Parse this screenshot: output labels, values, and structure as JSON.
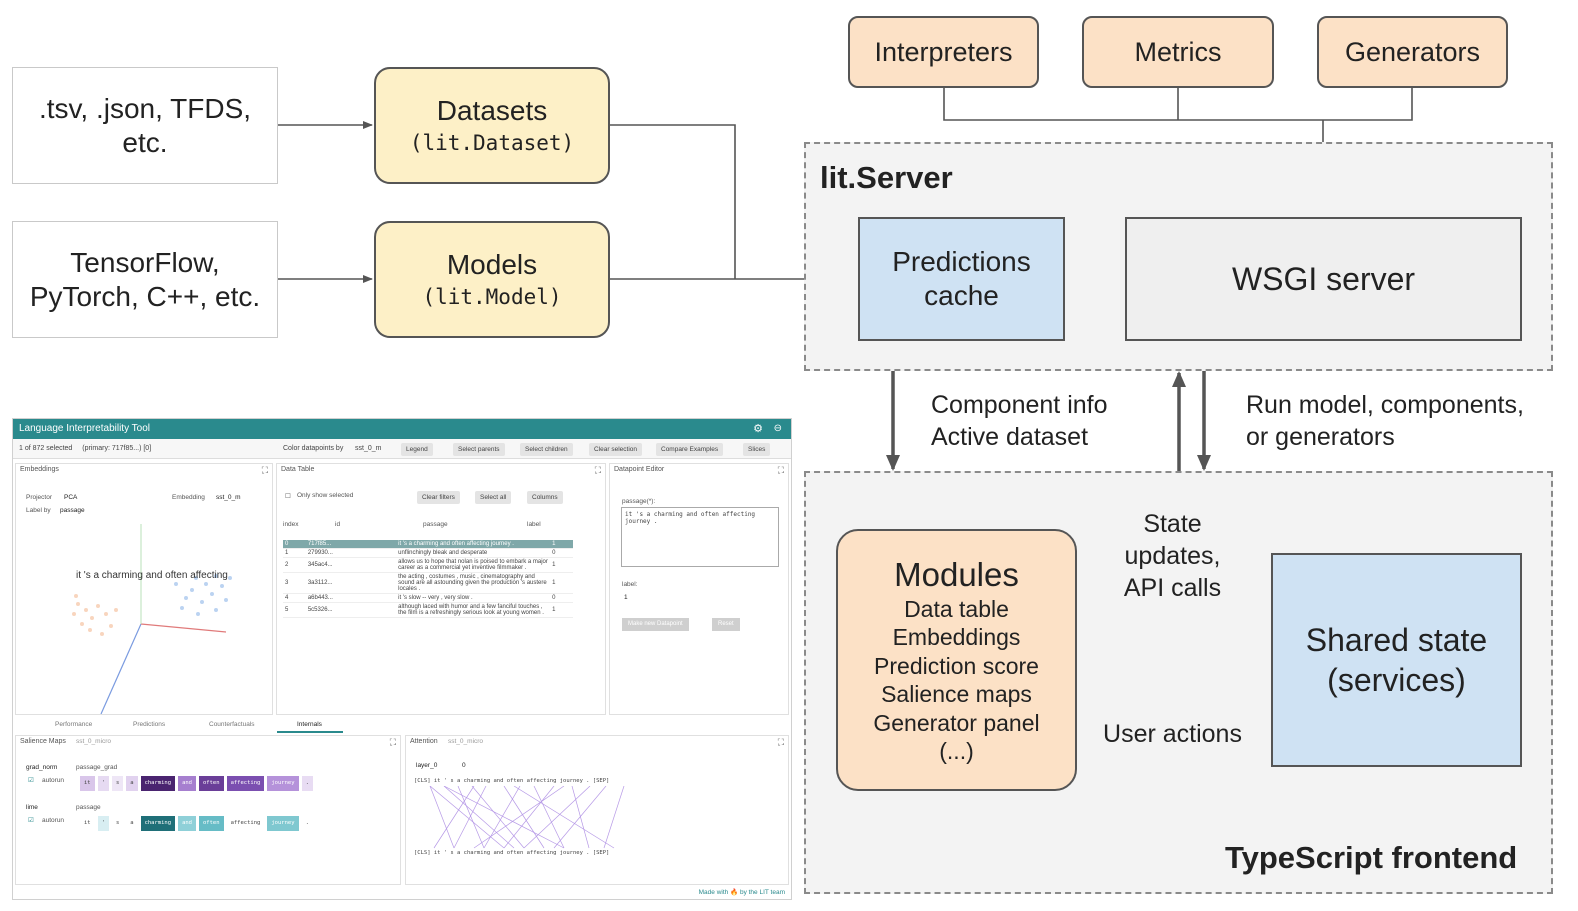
{
  "inputs": {
    "data_formats": [
      ".tsv, .json, TFDS,",
      "etc."
    ],
    "model_frameworks": [
      "TensorFlow,",
      "PyTorch, C++, etc."
    ]
  },
  "datasets": {
    "title": "Datasets",
    "code": "(lit.Dataset)"
  },
  "models": {
    "title": "Models",
    "code": "(lit.Model)"
  },
  "components": [
    "Interpreters",
    "Metrics",
    "Generators"
  ],
  "server": {
    "heading": "lit.Server",
    "cache": [
      "Predictions",
      "cache"
    ],
    "wsgi": "WSGI server"
  },
  "arrows": {
    "down_label": [
      "Component info",
      "Active dataset"
    ],
    "up_label": [
      "Run model, components,",
      "or generators"
    ],
    "state_label": [
      "State",
      "updates,",
      "API calls"
    ],
    "user_label": "User actions"
  },
  "frontend": {
    "heading": "TypeScript frontend",
    "modules_title": "Modules",
    "modules_items": [
      "Data table",
      "Embeddings",
      "Prediction score",
      "Salience maps",
      "Generator panel",
      "(...)"
    ],
    "shared": [
      "Shared state",
      "(services)"
    ]
  },
  "colors": {
    "yellow": "#fdf0c7",
    "peach": "#fce1c6",
    "blue": "#cfe2f3",
    "grey": "#efefef",
    "teal": "#2a8a8d"
  },
  "screenshot": {
    "app_title": "Language Interpretability Tool",
    "selection": "1 of 872 selected",
    "primary": "(primary: 717f85...) [0]",
    "color_by": "Color datapoints by",
    "color_by_value": "sst_0_m",
    "buttons": [
      "Legend",
      "Select parents",
      "Select children",
      "Clear selection",
      "Compare Examples",
      "Slices"
    ],
    "embeddings": {
      "title": "Embeddings",
      "projector_label": "Projector",
      "projector": "PCA",
      "embedding_label": "Embedding",
      "embedding": "sst_0_m",
      "labelby_label": "Label by",
      "labelby": "passage",
      "point_label": "it 's a charming and often affecting"
    },
    "table": {
      "title": "Data Table",
      "only_selected": "Only show selected",
      "buttons": [
        "Clear filters",
        "Select all",
        "Columns"
      ],
      "headers": [
        "index",
        "id",
        "passage",
        "label"
      ],
      "rows": [
        [
          "0",
          "717f85...",
          "it 's a charming and often affecting journey .",
          "1"
        ],
        [
          "1",
          "279930...",
          "unflinchingly bleak and desperate",
          "0"
        ],
        [
          "2",
          "345ac4...",
          "allows us to hope that nolan is poised to embark a major career as a commercial yet inventive filmmaker .",
          "1"
        ],
        [
          "3",
          "3a3112...",
          "the acting , costumes , music , cinematography and sound are all astounding given the production 's austere locales .",
          "1"
        ],
        [
          "4",
          "a6b443...",
          "it 's slow -- very , very slow .",
          "0"
        ],
        [
          "5",
          "5c5326...",
          "although laced with humor and a few fanciful touches , the film is a refreshingly serious look at young women .",
          "1"
        ]
      ]
    },
    "editor": {
      "title": "Datapoint Editor",
      "field": "passage(*):",
      "value": "it 's a charming and often affecting journey .",
      "label_field": "label:",
      "label_value": "1",
      "make_new": "Make new Datapoint",
      "reset": "Reset"
    },
    "tabs": [
      "Performance",
      "Predictions",
      "Counterfactuals",
      "Internals"
    ],
    "salience": {
      "title": "Salience Maps",
      "model": "sst_0_micro",
      "method1": "grad_norm",
      "field1": "passage_grad",
      "method2": "lime",
      "field2": "passage",
      "autorun": "autorun",
      "tokens": [
        "it",
        "'",
        "s",
        "a",
        "charming",
        "and",
        "often",
        "affecting",
        "journey",
        "."
      ]
    },
    "attention": {
      "title": "Attention",
      "model": "sst_0_micro",
      "layer": "layer_0",
      "head": "0",
      "sentence": "[CLS] it ' s a charming and often affecting journey . [SEP]"
    },
    "footer": "Made with 🔥 by the LIT team"
  }
}
